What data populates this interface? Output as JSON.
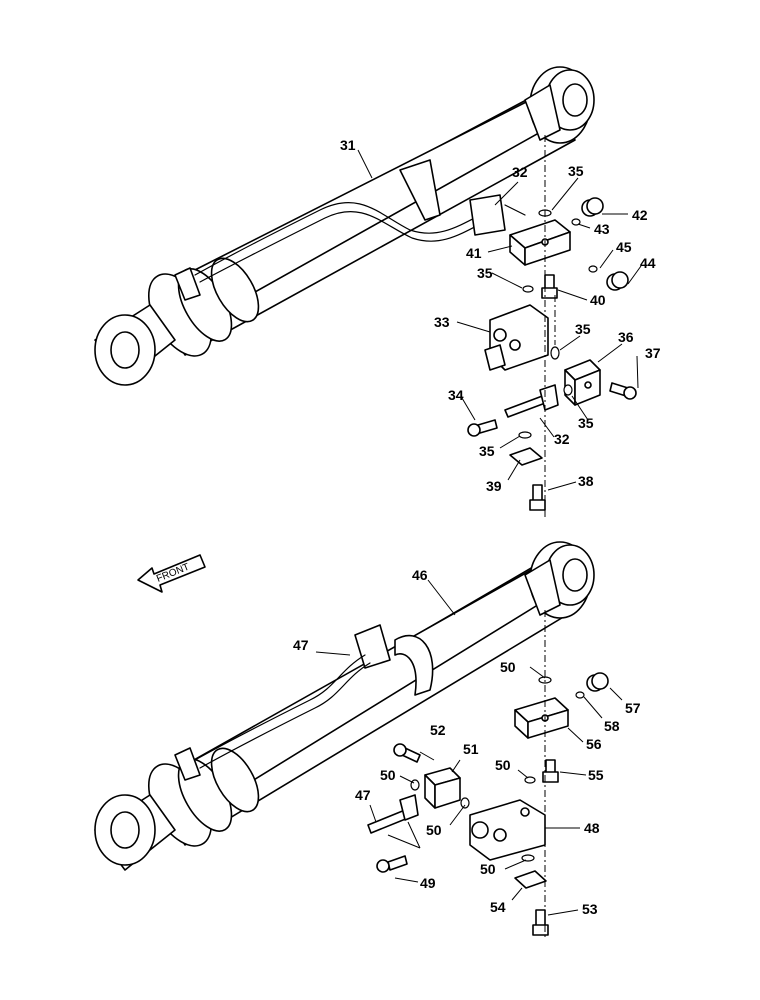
{
  "callouts": {
    "c31": "31",
    "c32a": "32",
    "c32b": "32",
    "c33": "33",
    "c34": "34",
    "c35a": "35",
    "c35b": "35",
    "c35c": "35",
    "c35d": "35",
    "c35e": "35",
    "c36": "36",
    "c37": "37",
    "c38": "38",
    "c39": "39",
    "c40": "40",
    "c41": "41",
    "c42": "42",
    "c43": "43",
    "c44": "44",
    "c45": "45",
    "c46": "46",
    "c47a": "47",
    "c47b": "47",
    "c48": "48",
    "c49": "49",
    "c50a": "50",
    "c50b": "50",
    "c50c": "50",
    "c50d": "50",
    "c50e": "50",
    "c51": "51",
    "c52": "52",
    "c53": "53",
    "c54": "54",
    "c55": "55",
    "c56": "56",
    "c57": "57",
    "c58": "58"
  },
  "front_label": "FRONT"
}
